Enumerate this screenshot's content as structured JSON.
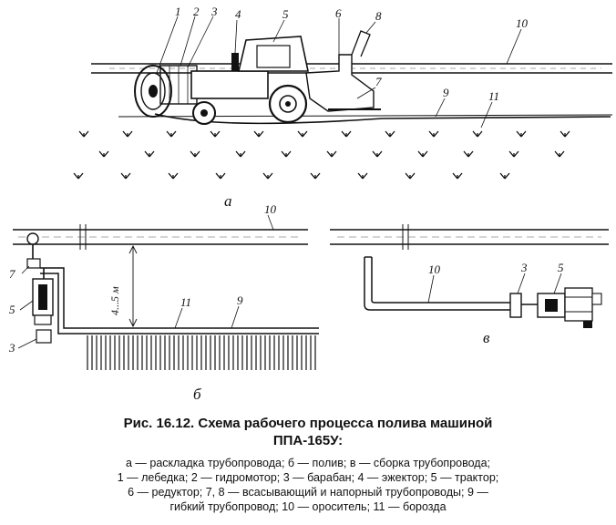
{
  "figure": {
    "top_labels": [
      "1",
      "2",
      "3",
      "4",
      "5",
      "6",
      "8",
      "10",
      "7",
      "9",
      "11"
    ],
    "sub_a": "а",
    "left_labels": [
      "10",
      "7",
      "5",
      "3",
      "11",
      "9"
    ],
    "height_label": "4...5 м",
    "sub_b": "б",
    "right_labels": [
      "10",
      "3",
      "5"
    ],
    "sub_v": "в"
  },
  "caption": {
    "title_line1": "Рис. 16.12. Схема рабочего процесса полива машиной",
    "title_line2": "ППА-165У:",
    "legend": [
      "а — раскладка трубопровода; б — полив; в — сборка трубопровода;",
      "1 — лебедка; 2 — гидромотор; 3 — барабан; 4 — эжектор; 5 — трактор;",
      "6 — редуктор; 7, 8 — всасывающий и напорный трубопроводы; 9 —",
      "гибкий трубопровод; 10 — ороситель; 11 — борозда"
    ]
  }
}
